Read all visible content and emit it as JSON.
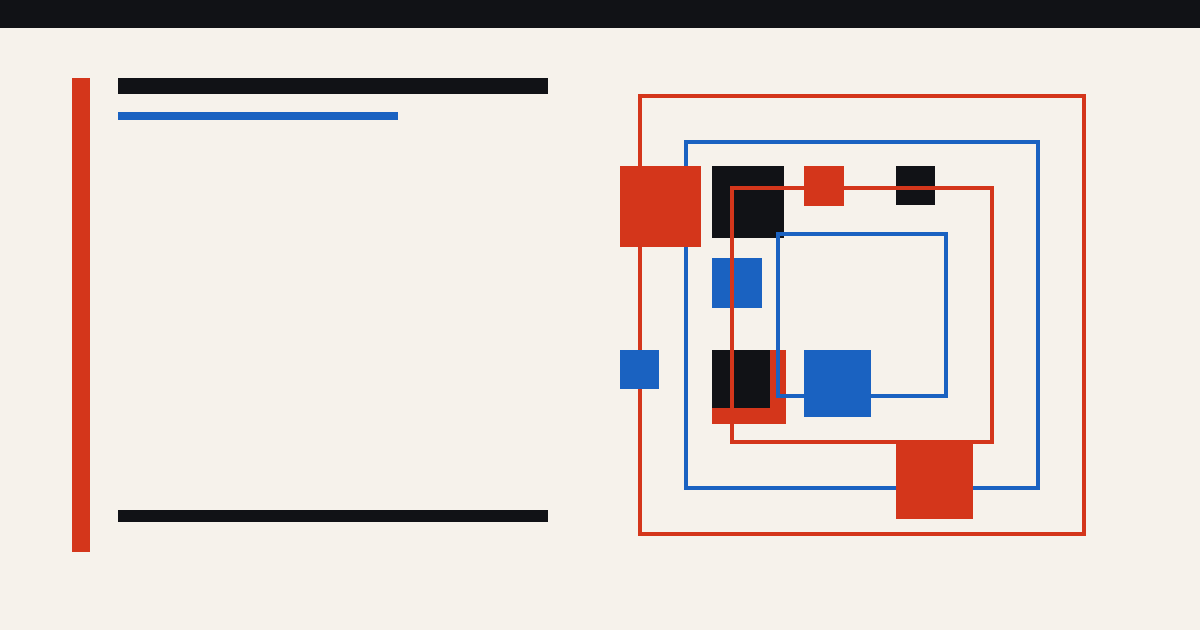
{
  "colors": {
    "background": "#f6f2eb",
    "top_bar": "#111216",
    "red": "#d4361b",
    "blue": "#1a62c1",
    "black": "#111216"
  },
  "artwork": {
    "top_bar": {
      "color": "#111216"
    },
    "left_accent_bar": {
      "color": "#d4361b"
    },
    "title_bar": {
      "color": "#111216"
    },
    "subtitle_bar": {
      "color": "#1a62c1"
    },
    "footer_bar": {
      "color": "#111216"
    },
    "frames": [
      {
        "name": "outer-red-frame",
        "color": "#d4361b"
      },
      {
        "name": "outer-blue-frame",
        "color": "#1a62c1"
      },
      {
        "name": "inner-red-frame",
        "color": "#d4361b"
      },
      {
        "name": "inner-blue-frame",
        "color": "#1a62c1"
      }
    ],
    "blocks": [
      {
        "name": "red-block-large",
        "color": "#d4361b"
      },
      {
        "name": "black-block-top",
        "color": "#111216"
      },
      {
        "name": "red-block-small",
        "color": "#d4361b"
      },
      {
        "name": "black-block-small",
        "color": "#111216"
      },
      {
        "name": "blue-block-mid",
        "color": "#1a62c1"
      },
      {
        "name": "blue-block-left",
        "color": "#1a62c1"
      },
      {
        "name": "red-block-under-black",
        "color": "#d4361b"
      },
      {
        "name": "black-block-bottom",
        "color": "#111216"
      },
      {
        "name": "blue-block-large",
        "color": "#1a62c1"
      },
      {
        "name": "red-block-bottom",
        "color": "#d4361b"
      }
    ]
  }
}
